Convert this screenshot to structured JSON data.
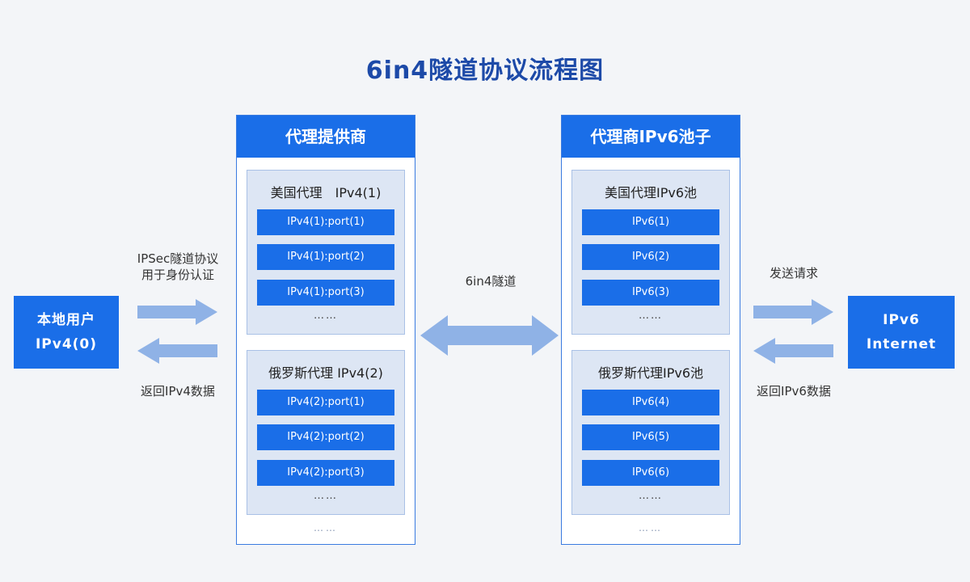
{
  "title": "6in4隧道协议流程图",
  "local_user": {
    "line1": "本地用户",
    "line2": "IPv4(0)"
  },
  "ipv6_internet": {
    "line1": "IPv6",
    "line2": "Internet"
  },
  "left_labels": {
    "ipsec_line1": "IPSec隧道协议",
    "ipsec_line2": "用于身份认证",
    "return": "返回IPv4数据"
  },
  "middle_label": "6in4隧道",
  "right_labels": {
    "send": "发送请求",
    "return": "返回IPv6数据"
  },
  "proxy_provider": {
    "header": "代理提供商",
    "groups": [
      {
        "title": "美国代理　IPv4(1)",
        "items": [
          "IPv4(1):port(1)",
          "IPv4(1):port(2)",
          "IPv4(1):port(3)"
        ],
        "ellipsis": "……"
      },
      {
        "title": "俄罗斯代理 IPv4(2)",
        "items": [
          "IPv4(2):port(1)",
          "IPv4(2):port(2)",
          "IPv4(2):port(3)"
        ],
        "ellipsis": "……"
      }
    ],
    "ellipsis": "……"
  },
  "ipv6_pool": {
    "header": "代理商IPv6池子",
    "groups": [
      {
        "title": "美国代理IPv6池",
        "items": [
          "IPv6(1)",
          "IPv6(2)",
          "IPv6(3)"
        ],
        "ellipsis": "……"
      },
      {
        "title": "俄罗斯代理IPv6池",
        "items": [
          "IPv6(4)",
          "IPv6(5)",
          "IPv6(6)"
        ],
        "ellipsis": "……"
      }
    ],
    "ellipsis": "……"
  },
  "colors": {
    "primary": "#1a6ee8",
    "title": "#1d4aa8",
    "group_bg": "#dde6f4",
    "arrow": "#8fb2e6"
  }
}
